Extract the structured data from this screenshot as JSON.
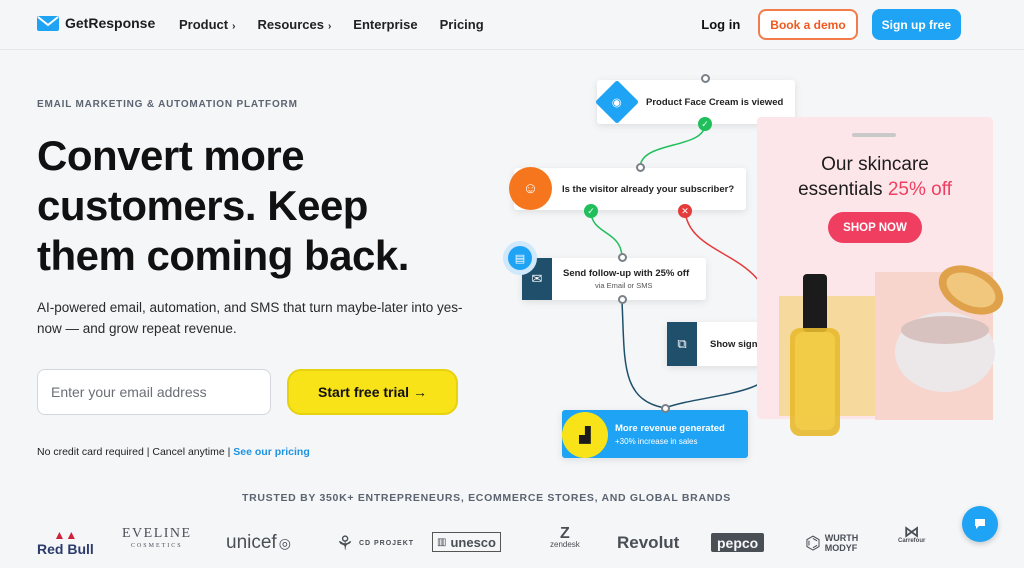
{
  "nav": {
    "logo": "GetResponse",
    "links": [
      "Product",
      "Resources",
      "Enterprise",
      "Pricing"
    ],
    "login": "Log in",
    "demo": "Book a demo",
    "signup": "Sign up free"
  },
  "hero": {
    "eyebrow": "EMAIL MARKETING & AUTOMATION PLATFORM",
    "headline": "Convert more customers. Keep them coming back.",
    "sub": "AI-powered email, automation, and SMS that turn maybe-later into yes-now — and grow repeat revenue.",
    "email_placeholder": "Enter your email address",
    "cta": "Start free trial →",
    "fine_1": "No credit card required | Cancel anytime | ",
    "fine_link": "See our pricing"
  },
  "flow": {
    "step1": "Product Face Cream is viewed",
    "step2": "Is the visitor already your subscriber?",
    "step3": "Send follow-up with 25% off",
    "step3_sub": "via Email or SMS",
    "step4": "Show signup discount popup",
    "step5": "More revenue generated",
    "step5_sub": "+30% increase in sales"
  },
  "promo": {
    "line1": "Our skincare",
    "line2": "essentials ",
    "pct": "25% off",
    "button": "SHOP NOW"
  },
  "trusted": {
    "title": "TRUSTED BY 350K+ ENTREPRENEURS, ECOMMERCE STORES, AND GLOBAL BRANDS",
    "brands": [
      "Red Bull",
      "EVELINE",
      "COSMETICS",
      "unicef",
      "CD PROJEKT",
      "unesco",
      "zendesk",
      "Revolut",
      "pepco",
      "WURTH",
      "MODYF",
      "Carrefour"
    ]
  },
  "colors": {
    "accent": "#1fa3f4",
    "cta": "#f8e318",
    "demo": "#f05a1f",
    "promo": "#ef3e60"
  }
}
